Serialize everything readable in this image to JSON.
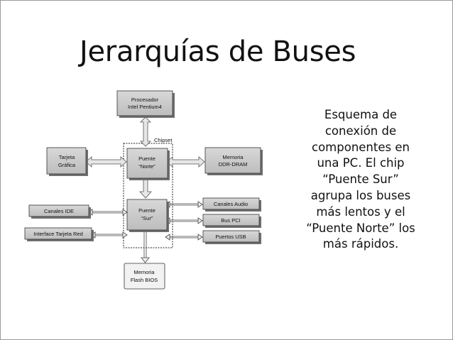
{
  "slide": {
    "title": "Jerarquías de Buses",
    "caption_lines": [
      "Esquema de",
      "conexión de",
      "componentes en",
      "una PC. El chip",
      "“Puente Sur”",
      "agrupa los buses",
      "más lentos y el",
      "“Puente Norte” los",
      "más rápidos."
    ]
  },
  "diagram": {
    "processor": [
      "Procesador",
      "Intel Pentium4"
    ],
    "chipset": "Chipset",
    "north_bridge": [
      "Puente",
      "“Norte”"
    ],
    "graphics_card": [
      "Tarjeta",
      "Gráfica"
    ],
    "memory": [
      "Memoria",
      "DDR-DRAM"
    ],
    "south_bridge": [
      "Puente",
      "“Sur”"
    ],
    "ide_channels": "Canales IDE",
    "network_interface": "Interface Tarjeta Red",
    "audio_channels": "Canales Audio",
    "pci_bus": "Bus PCI",
    "usb_ports": "Puertos USB",
    "flash_bios": [
      "Memoria",
      "Flash BIOS"
    ]
  },
  "colors": {
    "box_fill": "#c9c9c9",
    "box_shadow": "#6f6f6f",
    "arrow_fill": "#e6e6e6",
    "arrow_stroke": "#555555"
  }
}
